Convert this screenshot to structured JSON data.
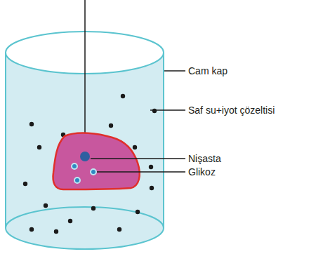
{
  "diagram": {
    "labels": [
      "Cam kap",
      "Saf su+iyot çözeltisi",
      "Nişasta",
      "Glikoz"
    ]
  }
}
